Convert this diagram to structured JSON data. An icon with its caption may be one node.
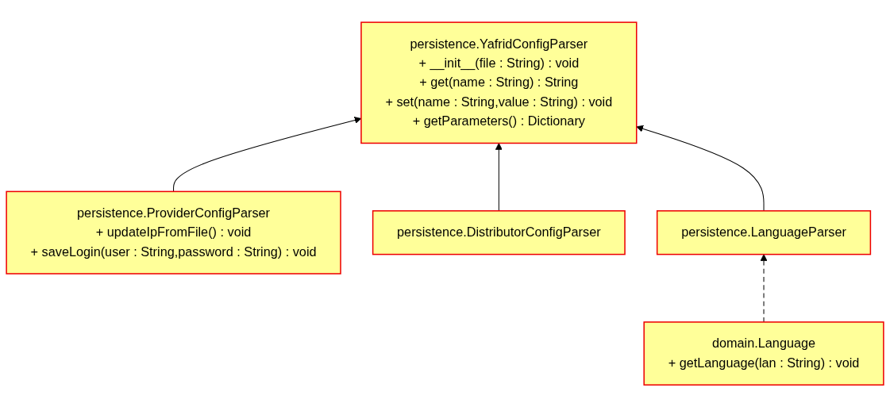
{
  "diagram": {
    "nodes": [
      {
        "text": [
          "persistence.YafridConfigParser",
          "+ __init__(file : String) : void",
          "+ get(name : String) : String",
          "+ set(name : String,value : String) : void",
          "+ getParameters() : Dictionary"
        ]
      },
      {
        "text": [
          "persistence.ProviderConfigParser",
          "+ updateIpFromFile() : void",
          "+ saveLogin(user : String,password : String) : void"
        ]
      },
      {
        "text": [
          "persistence.LanguageParser"
        ]
      },
      {
        "text": [
          "domain.Language",
          "+ getLanguage(lan : String) : void"
        ]
      },
      {
        "text": [
          "persistence.DistributorConfigParser"
        ]
      }
    ],
    "edges": [
      {
        "from": 1,
        "to": 0,
        "arrow": "to"
      },
      {
        "from": 4,
        "to": 0,
        "arrow": "to"
      },
      {
        "from": 2,
        "to": 0,
        "arrow": "to"
      },
      {
        "from": 3,
        "to": 2,
        "arrow": "to",
        "style": "dashed"
      }
    ]
  }
}
